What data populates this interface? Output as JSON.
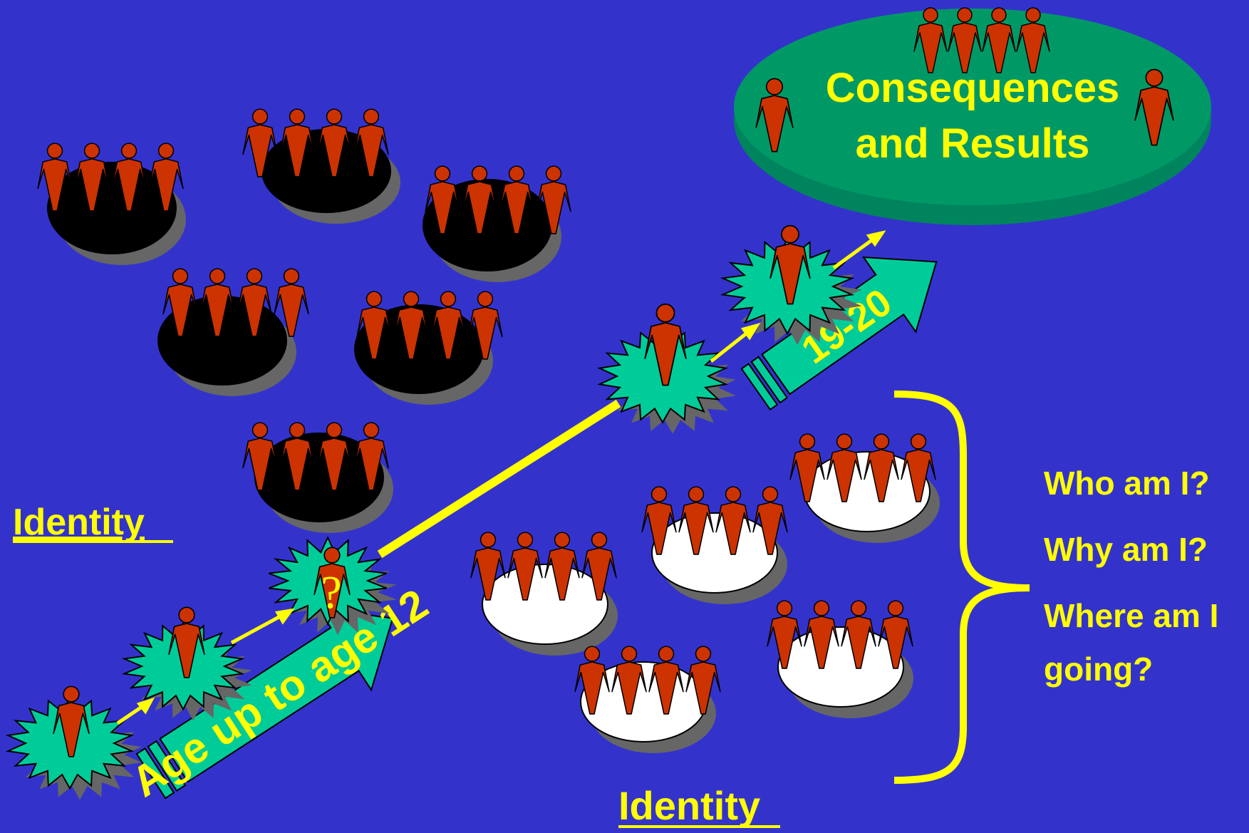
{
  "slide": {
    "background": "#3333cc",
    "accent_yellow": "#ffff00",
    "burst_green": "#00cc99",
    "figure_red": "#cc3300"
  },
  "goal": {
    "line1": "Consequences",
    "line2": "and Results"
  },
  "arrows": {
    "lower_label": "Age up to age 12",
    "upper_label": "19-20"
  },
  "markers": {
    "question_mark": "?"
  },
  "labels": {
    "identity_left": "Identity",
    "identity_bottom": "Identity"
  },
  "questions": [
    "Who am I?",
    "Why am I?",
    "Where am I",
    "going?"
  ],
  "icons": [
    "person-icon",
    "burst-icon",
    "hole-icon",
    "curly-brace-icon",
    "arrow-icon"
  ]
}
